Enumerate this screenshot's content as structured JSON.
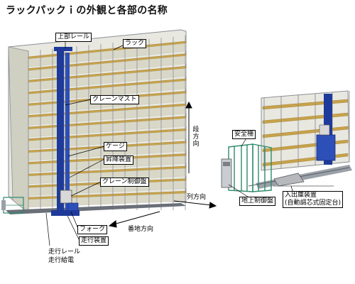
{
  "title": "ラックパックｉの外観と各部の名称",
  "labels": {
    "upper_rail": "上部レール",
    "rack": "ラック",
    "crane_mast": "クレーンマスト",
    "cage": "ケージ",
    "lifting_device": "昇降装置",
    "crane_control_panel": "クレーン制御盤",
    "fork": "フォーク",
    "travel_device": "走行装置",
    "travel_rail": "走行レール",
    "travel_power": "走行給電",
    "address_direction": "番地方向",
    "row_direction": "列方向",
    "tier_direction": "段方向",
    "safety_fence": "安全柵",
    "ground_control_panel": "地上制御盤",
    "io_device_line1": "入出庫装置",
    "io_device_line2": "(自動調芯式固定台)"
  },
  "colors": {
    "crane": "#1e3a9a",
    "shelf": "#c8a24a",
    "panel": "#d9d8c8",
    "frame": "#8a8f96",
    "fence": "#2e8a6a"
  }
}
